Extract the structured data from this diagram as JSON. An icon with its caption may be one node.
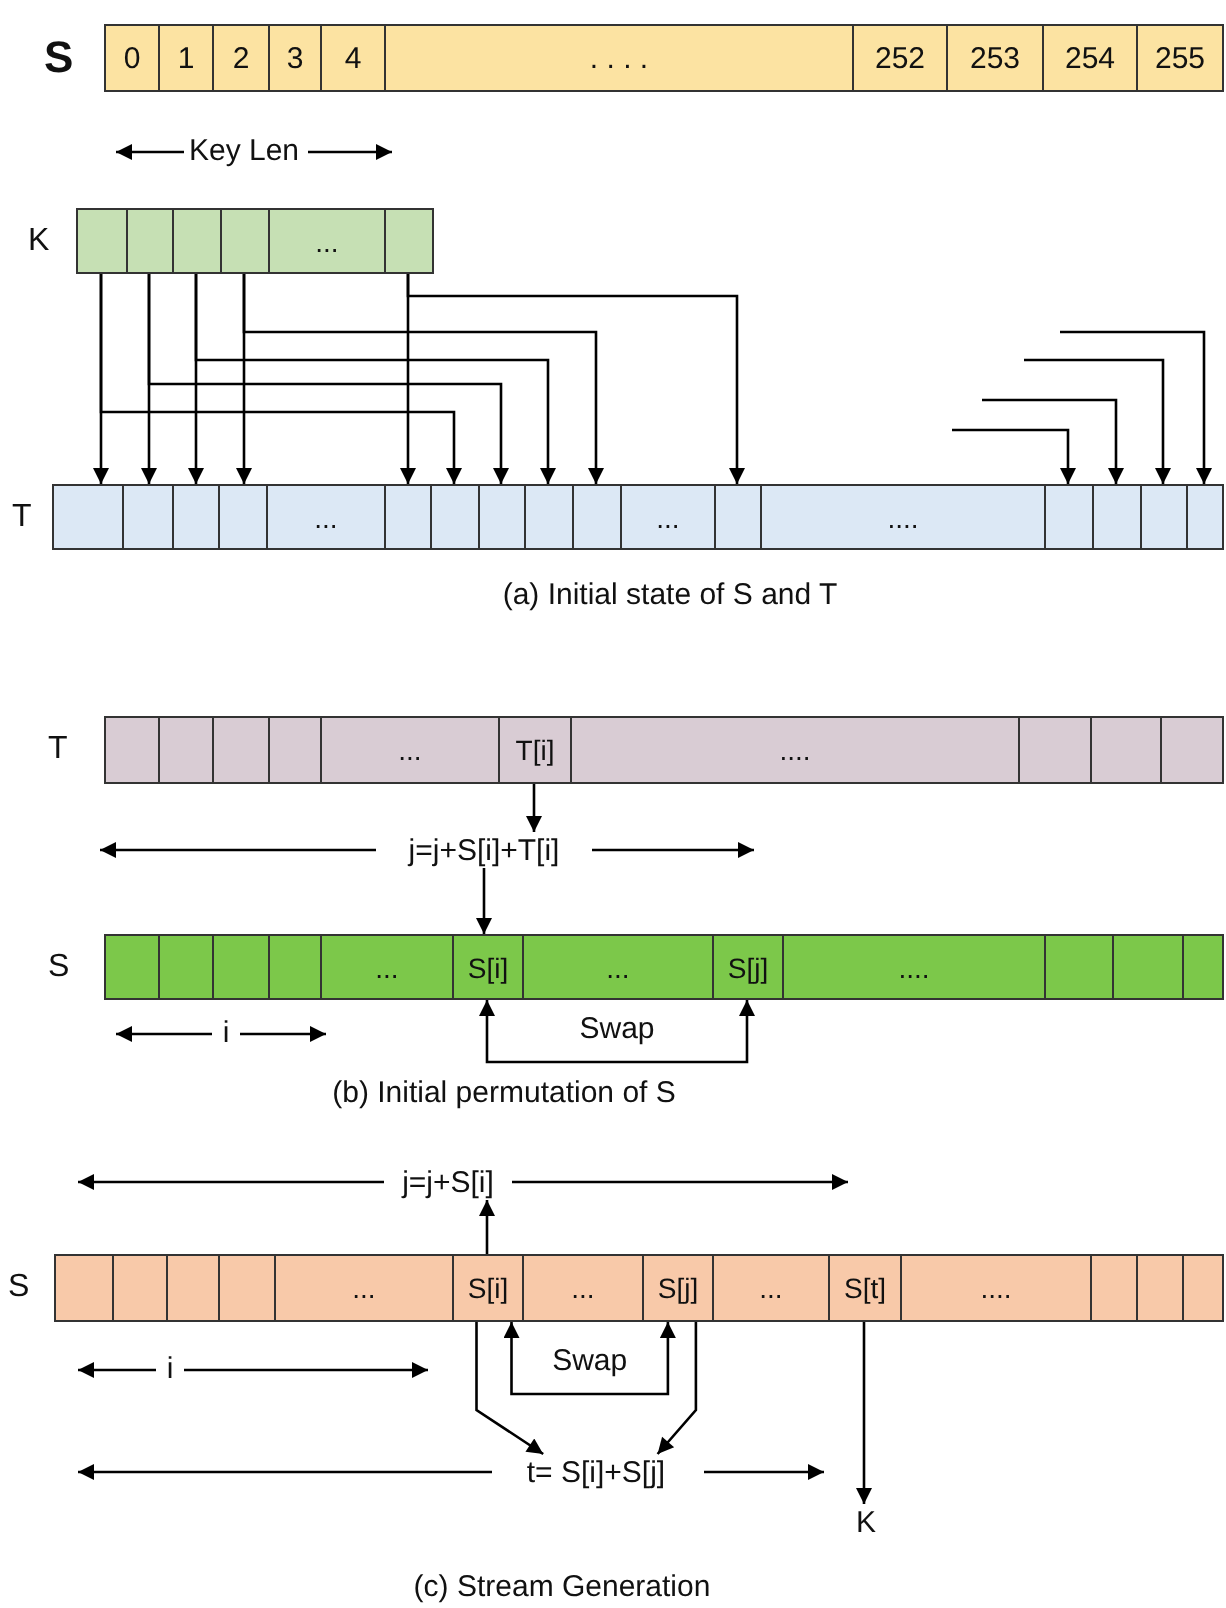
{
  "diagram": {
    "nodes": [
      {
        "text": [
          "S"
        ]
      },
      {
        "text": [
          "0"
        ],
        "in": 0
      },
      {
        "text": [
          "1"
        ],
        "in": 0
      },
      {
        "text": [
          "2"
        ],
        "in": 0
      },
      {
        "text": [
          "3"
        ],
        "in": 0
      },
      {
        "text": [
          "4"
        ],
        "in": 0
      },
      {
        "text": [
          ". . . ."
        ],
        "in": 0
      },
      {
        "text": [
          "252"
        ],
        "in": 0
      },
      {
        "text": [
          "253"
        ],
        "in": 0
      },
      {
        "text": [
          "254"
        ],
        "in": 0
      },
      {
        "text": [
          "255"
        ],
        "in": 0
      },
      {
        "text": [
          "K"
        ]
      },
      {
        "text": [],
        "shape": "box",
        "in": 11
      },
      {
        "text": [],
        "shape": "box",
        "in": 11
      },
      {
        "text": [],
        "shape": "box",
        "in": 11
      },
      {
        "text": [],
        "shape": "box",
        "in": 11
      },
      {
        "text": [
          "..."
        ],
        "in": 11
      },
      {
        "text": [],
        "shape": "box",
        "in": 11
      },
      {
        "text": [
          "T"
        ]
      },
      {
        "text": [],
        "shape": "box",
        "in": 18
      },
      {
        "text": [],
        "shape": "box",
        "in": 18
      },
      {
        "text": [],
        "shape": "box",
        "in": 18
      },
      {
        "text": [],
        "shape": "box",
        "in": 18
      },
      {
        "text": [
          "..."
        ],
        "in": 18
      },
      {
        "text": [],
        "shape": "box",
        "in": 18
      },
      {
        "text": [],
        "shape": "box",
        "in": 18
      },
      {
        "text": [],
        "shape": "box",
        "in": 18
      },
      {
        "text": [],
        "shape": "box",
        "in": 18
      },
      {
        "text": [],
        "shape": "box",
        "in": 18
      },
      {
        "text": [
          "..."
        ],
        "in": 18
      },
      {
        "text": [],
        "shape": "box",
        "in": 18
      },
      {
        "text": [
          "...."
        ],
        "in": 18
      },
      {
        "text": [],
        "shape": "box",
        "in": 18
      },
      {
        "text": [],
        "shape": "box",
        "in": 18
      },
      {
        "text": [],
        "shape": "box",
        "in": 18
      },
      {
        "text": [],
        "shape": "box",
        "in": 18
      },
      {
        "text": [
          "T"
        ]
      },
      {
        "text": [],
        "shape": "box",
        "in": 36
      },
      {
        "text": [],
        "shape": "box",
        "in": 36
      },
      {
        "text": [],
        "shape": "box",
        "in": 36
      },
      {
        "text": [],
        "shape": "box",
        "in": 36
      },
      {
        "text": [
          "..."
        ],
        "in": 36
      },
      {
        "text": [
          "T[i]"
        ],
        "in": 36
      },
      {
        "text": [
          "...."
        ],
        "in": 36
      },
      {
        "text": [],
        "shape": "box",
        "in": 36
      },
      {
        "text": [],
        "shape": "box",
        "in": 36
      },
      {
        "text": [],
        "shape": "box",
        "in": 36
      },
      {
        "text": [
          "j=j+S[i]+T[i]"
        ]
      },
      {
        "text": [
          "S"
        ]
      },
      {
        "text": [],
        "shape": "box",
        "in": 48
      },
      {
        "text": [],
        "shape": "box",
        "in": 48
      },
      {
        "text": [],
        "shape": "box",
        "in": 48
      },
      {
        "text": [],
        "shape": "box",
        "in": 48
      },
      {
        "text": [
          "..."
        ],
        "in": 48
      },
      {
        "text": [
          "S[i]"
        ],
        "in": 48
      },
      {
        "text": [
          "..."
        ],
        "in": 48
      },
      {
        "text": [
          "S[j]"
        ],
        "in": 48
      },
      {
        "text": [
          "...."
        ],
        "in": 48
      },
      {
        "text": [],
        "shape": "box",
        "in": 48
      },
      {
        "text": [],
        "shape": "box",
        "in": 48
      },
      {
        "text": [],
        "shape": "box",
        "in": 48
      },
      {
        "text": [
          "j=j+S[i]"
        ]
      },
      {
        "text": [
          "S"
        ]
      },
      {
        "text": [],
        "shape": "box",
        "in": 62
      },
      {
        "text": [],
        "shape": "box",
        "in": 62
      },
      {
        "text": [],
        "shape": "box",
        "in": 62
      },
      {
        "text": [],
        "shape": "box",
        "in": 62
      },
      {
        "text": [
          "..."
        ],
        "in": 62
      },
      {
        "text": [
          "S[i]"
        ],
        "in": 62
      },
      {
        "text": [
          "..."
        ],
        "in": 62
      },
      {
        "text": [
          "S[j]"
        ],
        "in": 62
      },
      {
        "text": [
          "..."
        ],
        "in": 62
      },
      {
        "text": [
          "S[t]"
        ],
        "in": 62
      },
      {
        "text": [
          "...."
        ],
        "in": 62
      },
      {
        "text": [],
        "shape": "box",
        "in": 62
      },
      {
        "text": [],
        "shape": "box",
        "in": 62
      },
      {
        "text": [],
        "shape": "box",
        "in": 62
      },
      {
        "text": [
          "t= S[i]+S[j]"
        ]
      },
      {
        "text": [
          "K"
        ]
      }
    ],
    "edges": [
      {
        "from": 12,
        "to": 19,
        "arrow": "to"
      },
      {
        "from": 13,
        "to": 20,
        "arrow": "to"
      },
      {
        "from": 14,
        "to": 21,
        "arrow": "to"
      },
      {
        "from": 15,
        "to": 22,
        "arrow": "to"
      },
      {
        "from": 17,
        "to": 24,
        "arrow": "to"
      },
      {
        "from": 12,
        "to": 25,
        "arrow": "to"
      },
      {
        "from": 13,
        "to": 26,
        "arrow": "to"
      },
      {
        "from": 14,
        "to": 27,
        "arrow": "to"
      },
      {
        "from": 15,
        "to": 28,
        "arrow": "to"
      },
      {
        "from": 17,
        "to": 30,
        "arrow": "to"
      },
      {
        "from": null,
        "to": 32,
        "arrow": "to"
      },
      {
        "from": null,
        "to": 33,
        "arrow": "to"
      },
      {
        "from": null,
        "to": 34,
        "arrow": "to"
      },
      {
        "from": null,
        "to": 35,
        "arrow": "to"
      },
      {
        "from": 42,
        "to": 47,
        "arrow": "to"
      },
      {
        "from": 47,
        "to": 54,
        "arrow": "to"
      },
      {
        "from": 54,
        "to": 56,
        "arrow": "both",
        "label": "Swap"
      },
      {
        "from": 68,
        "to": 61,
        "arrow": "to"
      },
      {
        "from": 68,
        "to": 70,
        "arrow": "both",
        "label": "Swap"
      },
      {
        "from": 68,
        "to": 77,
        "arrow": "to"
      },
      {
        "from": 70,
        "to": 77,
        "arrow": "to"
      },
      {
        "from": 72,
        "to": 78,
        "arrow": "to"
      }
    ],
    "labels": [
      "Key Len",
      "(a) Initial state of S and T",
      "i",
      "(b) Initial permutation of S",
      "i",
      "(c) Stream Generation"
    ]
  }
}
